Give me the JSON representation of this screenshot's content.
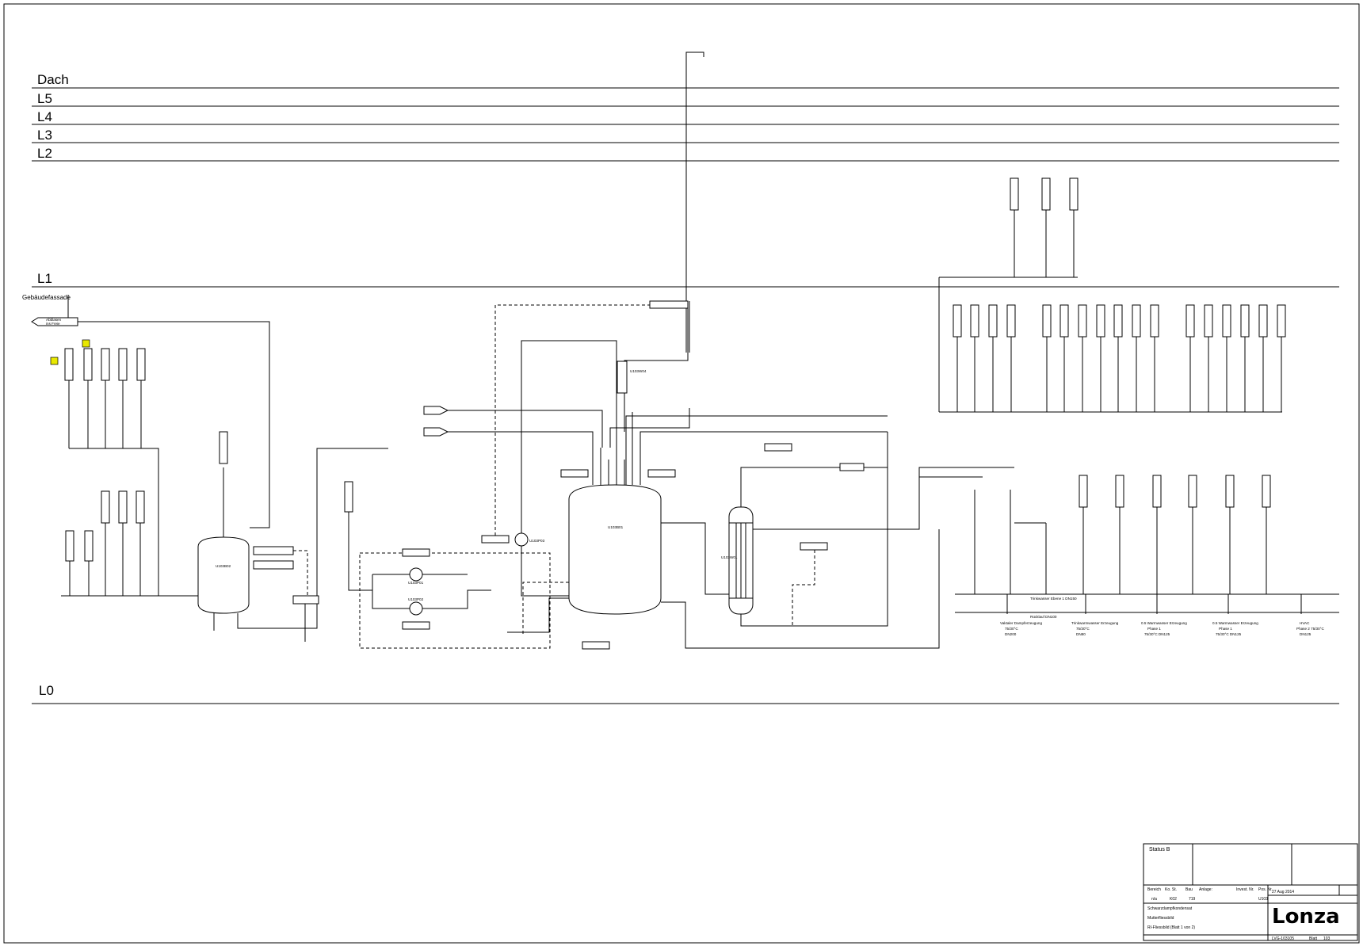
{
  "levels": {
    "roof": "Dach",
    "l5": "L5",
    "l4": "L4",
    "l3": "L3",
    "l2": "L2",
    "l1": "L1",
    "l0": "L0"
  },
  "facade": {
    "label": "Gebäudefassade",
    "exhaust": "Abblasen",
    "exhaust_sub": "ins Freie"
  },
  "equipment": {
    "v001": "U103B01",
    "v002": "U103B02",
    "hx": "U103W01",
    "pump1": "U103P01",
    "pump2": "U103P02",
    "pump3": "U103P03",
    "hx_top": "U103W04"
  },
  "lines": {
    "main_header": "Trinkwasser Ebene 1 DN150",
    "return_header": "Rücklauf DN100"
  },
  "consumers": [
    {
      "label": "Vaktaler Dampferzeugung",
      "sub1": "75/30°C",
      "sub2": "DN200"
    },
    {
      "label": "Trinkwarmwasser Erzeugung",
      "sub1": "75/30°C",
      "sub2": "DN80"
    },
    {
      "label": "0.5 Warmwasser Erzeugung",
      "sub1": "Phase 1",
      "sub2": "75/30°C DN125"
    },
    {
      "label": "0.5 Warmwasser Erzeugung",
      "sub1": "Phase 1",
      "sub2": "75/30°C DN125"
    },
    {
      "label": "HVAC",
      "sub1": "Phase 2 75/30°C",
      "sub2": "DN125"
    }
  ],
  "title_block": {
    "status": "Status B",
    "area_label": "Bereich",
    "area_value": "n/a",
    "co_label": "Ko. St.",
    "co_value": "K02",
    "building_label": "Bau",
    "building_value": "719",
    "plant_label": "Anlage:",
    "invest_label": "Invest. Nr.",
    "pos_label": "Pos. Nr.",
    "pos_value": "U103",
    "date_value": "27 Aug 2014",
    "title1": "Schwarzdampfkondensat",
    "title2": "Mutterfliessbild",
    "title3": "RI-Fliessbild (Blatt 1 von 2)",
    "company": "Lonza",
    "doc_number": "LVG-103105",
    "sheet_label": "Blatt",
    "sheet_value": "103"
  }
}
